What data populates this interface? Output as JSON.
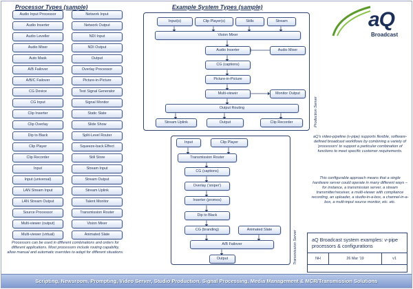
{
  "processor_types": {
    "title": "Processor Types (sample)",
    "left": [
      "Audio Input Processor",
      "Audio Inserter",
      "Audio Leveller",
      "Audio Mixer",
      "Auto Mask",
      "A/B Failover",
      "A/B/C Failover",
      "CG Device",
      "CG Input",
      "Clip Inserter",
      "Clip Overlay",
      "Dip to Black",
      "Clip Player",
      "Clip Recorder",
      "Input",
      "Input (universal)",
      "LAN Stream Input",
      "LAN Stream Output",
      "Source Processor",
      "Multi-viewer (output)",
      "Multi-viewer (virtual)"
    ],
    "right": [
      "Network Input",
      "Network Output",
      "NDI Input",
      "NDI Output",
      "Output",
      "Overlay Processor",
      "Picture-in-Picture",
      "Test Signal Generator",
      "Signal Monitor",
      "Static Slate",
      "Slide Show",
      "Split-Level Router",
      "Squeeze-back Effect",
      "Still Store",
      "Stream Input",
      "Stream Output",
      "Stream Uplink",
      "Talent Monitor",
      "Transmission Router",
      "Vision Mixer",
      "Animated Slate"
    ],
    "note": "Processors can be used in different combinations and orders for different applications. Most processors include routing capability, allow manual and automatic overrides to adapt for different situations."
  },
  "system_types": {
    "title": "Example System Types (sample)",
    "production": {
      "label": "Production Server",
      "inputs": [
        "Input(s)",
        "Clip Player(s)",
        "Stills",
        "Stream"
      ],
      "vision_mixer": "Vision Mixer",
      "audio_inserter": "Audio Inserter",
      "audio_mixer": "Audio Mixer",
      "cg": "CG (captions)",
      "pip": "Picture-in-Picture",
      "multiviewer": "Multi-viewer",
      "monitor_output": "Monitor Output",
      "output_routing": "Output Routing",
      "outputs": [
        "Stream Uplink",
        "Output",
        "Clip Recorder"
      ]
    },
    "transmission": {
      "label": "Transmission Server",
      "inputs": [
        "Input",
        "Clip Player"
      ],
      "router": "Transmission Router",
      "cg_captions": "CG (captions)",
      "overlay": "Overlay ('sniper')",
      "inserter": "Inserter (promos)",
      "dip": "Dip to Black",
      "cg_branding": "CG (branding)",
      "animated_slate": "Animated Slate",
      "failover": "A/B Failover",
      "output": "Output"
    }
  },
  "brand": {
    "logo": "aQ",
    "sub": "Broadcast"
  },
  "description": [
    "aQ's video-pipeline (v-pipe) supports flexible, software-defined broadcast workflows by combining a variety of 'processors' to support a particular combination of functions to meet specific customer requirements.",
    "This configurable approach means that a single hardware server could operate in many different ways – for instance, a transmission server, a stream transmitter/receiver, a multi-viewer with compliance recording, an uploader, a studio-in-a-box, a channel-in-a-box, a multi-input source monitor, etc. etc."
  ],
  "title_block": {
    "title": "aQ Broadcast system examples: v-pipe processors & configurations",
    "author": "NH",
    "date": "26 Mar '19",
    "version": "v1"
  },
  "footer": "Scripting, Newsroom, Prompting, Video Server, Studio Production, Signal Processing, Media Management & MCR/Transmission Solutions"
}
